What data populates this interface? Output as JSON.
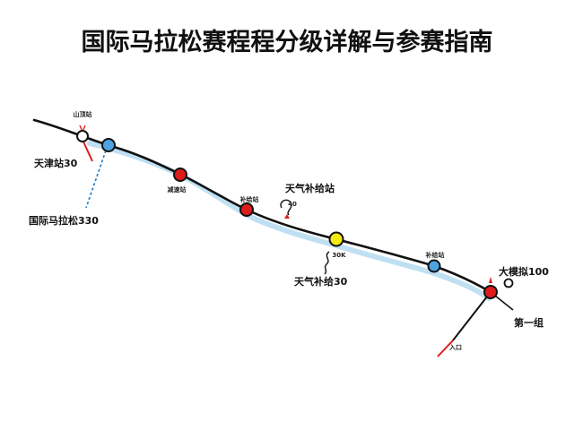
{
  "title": "国际马拉松赛程程分级详解与参赛指南",
  "labels": {
    "start_top": "山顶站",
    "left_a": "天津站30",
    "left_b": "国际马拉松330",
    "cp1": "减速站",
    "cp2": "补给站",
    "weather": "天气补给站",
    "weather_tag": "40",
    "mid_tag": "30K",
    "mid": "天气补给30",
    "blue_right": "补给站",
    "finish_right": "大模拟100",
    "first_group": "第一组",
    "bottom_tag": "入口"
  },
  "colors": {
    "route": "#111111",
    "shadow": "#bfe0f2",
    "red": "#e01b1b",
    "blue": "#4fa3e0",
    "yellow": "#f4ea10",
    "dash": "#1b78c8"
  }
}
